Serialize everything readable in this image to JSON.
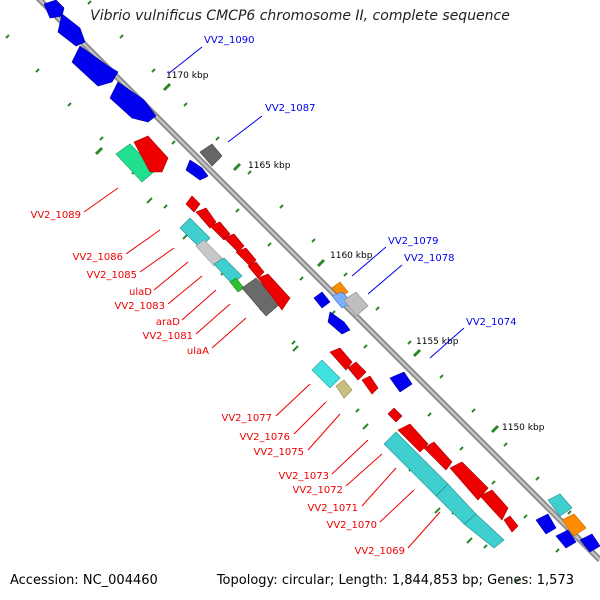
{
  "title": "Vibrio vulnificus CMCP6 chromosome II, complete sequence",
  "footer": {
    "accession_label": "Accession:",
    "accession": "NC_004460",
    "topology_label": "Topology:",
    "topology": "circular",
    "length_label": "Length:",
    "length": "1,844,853 bp",
    "genes_label": "Genes:",
    "genes": "1,573"
  },
  "colors": {
    "forward_gene": "#0000ee",
    "reverse_gene": "#ee0000",
    "backbone": "#909090",
    "tick": "#2a8a2a"
  },
  "scale_labels": [
    {
      "text": "1170 kbp"
    },
    {
      "text": "1165 kbp"
    },
    {
      "text": "1160 kbp"
    },
    {
      "text": "1155 kbp"
    },
    {
      "text": "1150 kbp"
    }
  ],
  "forward_labels": [
    {
      "text": "VV2_1090"
    },
    {
      "text": "VV2_1087"
    },
    {
      "text": "VV2_1079"
    },
    {
      "text": "VV2_1078"
    },
    {
      "text": "VV2_1074"
    }
  ],
  "reverse_labels": [
    {
      "text": "VV2_1089"
    },
    {
      "text": "VV2_1086"
    },
    {
      "text": "VV2_1085"
    },
    {
      "text": "ulaD"
    },
    {
      "text": "VV2_1083"
    },
    {
      "text": "araD"
    },
    {
      "text": "VV2_1081"
    },
    {
      "text": "ulaA"
    },
    {
      "text": "VV2_1077"
    },
    {
      "text": "VV2_1076"
    },
    {
      "text": "VV2_1075"
    },
    {
      "text": "VV2_1073"
    },
    {
      "text": "VV2_1072"
    },
    {
      "text": "VV2_1071"
    },
    {
      "text": "VV2_1070"
    },
    {
      "text": "VV2_1069"
    }
  ]
}
